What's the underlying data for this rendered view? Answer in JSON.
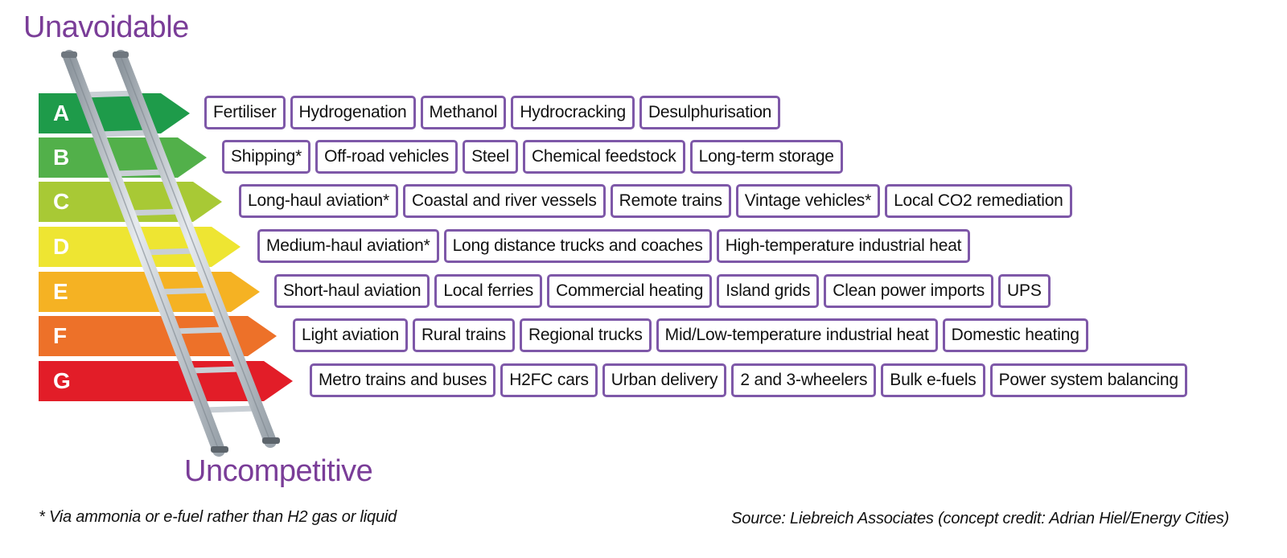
{
  "headings": {
    "top": "Unavoidable",
    "bottom": "Uncompetitive"
  },
  "bands": [
    {
      "letter": "A",
      "color": "#1e9b4a",
      "items": [
        "Fertiliser",
        "Hydrogenation",
        "Methanol",
        "Hydrocracking",
        "Desulphurisation"
      ]
    },
    {
      "letter": "B",
      "color": "#52b04a",
      "items": [
        "Shipping*",
        "Off-road vehicles",
        "Steel",
        "Chemical feedstock",
        "Long-term storage"
      ]
    },
    {
      "letter": "C",
      "color": "#a8c935",
      "items": [
        "Long-haul aviation*",
        "Coastal and river vessels",
        "Remote trains",
        "Vintage vehicles*",
        "Local CO2 remediation"
      ]
    },
    {
      "letter": "D",
      "color": "#eee532",
      "items": [
        "Medium-haul aviation*",
        "Long distance trucks and coaches",
        "High-temperature industrial heat"
      ]
    },
    {
      "letter": "E",
      "color": "#f5b223",
      "items": [
        "Short-haul aviation",
        "Local ferries",
        "Commercial heating",
        "Island grids",
        "Clean power imports",
        "UPS"
      ]
    },
    {
      "letter": "F",
      "color": "#ed7129",
      "items": [
        "Light aviation",
        "Rural trains",
        "Regional trucks",
        "Mid/Low-temperature industrial heat",
        "Domestic heating"
      ]
    },
    {
      "letter": "G",
      "color": "#e21d28",
      "items": [
        "Metro trains and buses",
        "H2FC cars",
        "Urban delivery",
        "2 and 3-wheelers",
        "Bulk e-fuels",
        "Power system balancing"
      ]
    }
  ],
  "footnote": "* Via ammonia or e-fuel rather than H2 gas or liquid",
  "source": "Source: Liebreich Associates (concept credit: Adrian Hiel/Energy Cities)",
  "colors": {
    "heading": "#7a3d98",
    "tag_border": "#7e58a8",
    "ladder": "#c6ccd2"
  },
  "icons": {
    "ladder": "ladder-icon"
  }
}
